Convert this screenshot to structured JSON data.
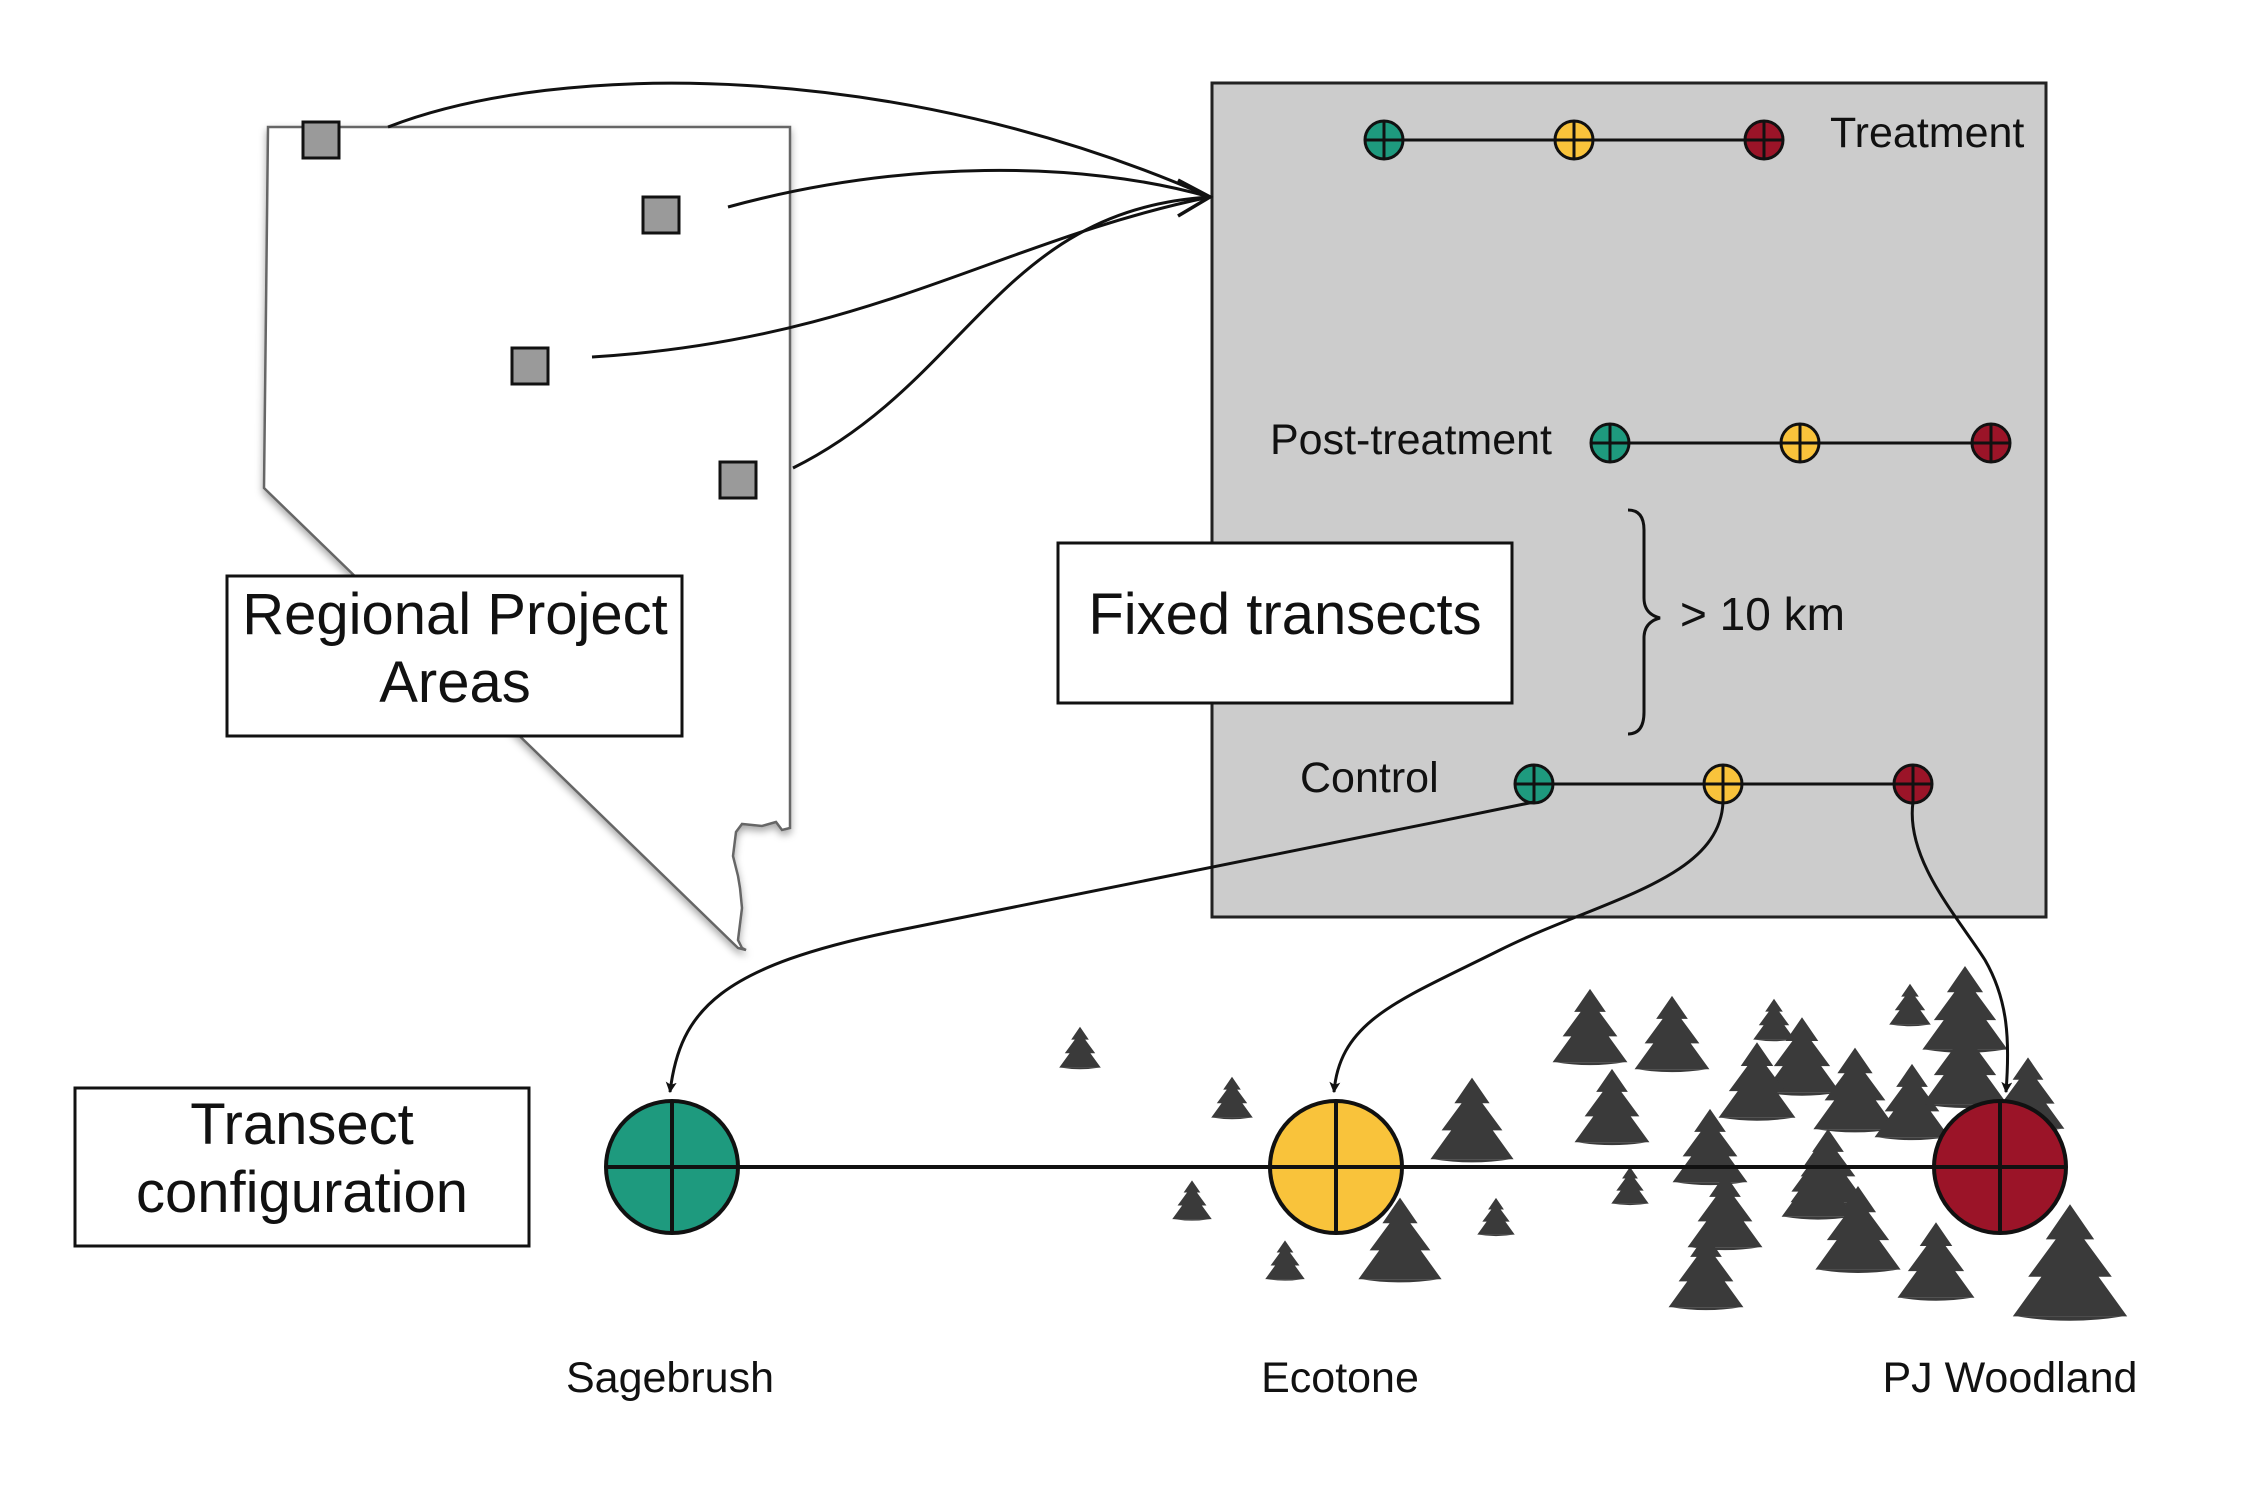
{
  "labels": {
    "regional_line1": "Regional Project",
    "regional_line2": "Areas",
    "fixed_transects": "Fixed transects",
    "transect_line1": "Transect",
    "transect_line2": "configuration",
    "treatment": "Treatment",
    "post_treatment": "Post-treatment",
    "control": "Control",
    "distance": "> 10 km",
    "site_sagebrush": "Sagebrush",
    "site_ecotone": "Ecotone",
    "site_pj": "PJ Woodland"
  },
  "colors": {
    "sagebrush": "#1e9a7e",
    "ecotone": "#f9c33b",
    "pj_woodland": "#9b1428",
    "panel_fill": "#cccccc",
    "area_marker": "#9a9a9a",
    "tree": "#3a3a3a"
  },
  "icons": {
    "plot_marker": "circle-plus-icon",
    "tree": "conifer-tree-icon",
    "map": "nevada-state-outline"
  }
}
